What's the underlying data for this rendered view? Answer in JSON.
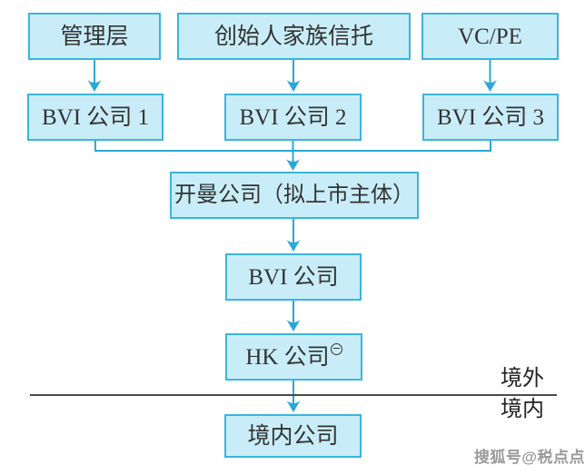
{
  "diagram": {
    "nodes": {
      "management": "管理层",
      "founder_trust": "创始人家族信托",
      "vc_pe": "VC/PE",
      "bvi1": "BVI 公司 1",
      "bvi2": "BVI 公司 2",
      "bvi3": "BVI 公司 3",
      "cayman": "开曼公司（拟上市主体）",
      "bvi_holding": "BVI 公司",
      "hk": "HK 公司",
      "domestic": "境内公司"
    },
    "regions": {
      "offshore": "境外",
      "onshore": "境内"
    },
    "watermark": "搜狐号@税点点",
    "colors": {
      "box_fill": "#c9edf8",
      "box_border": "#3ab5de",
      "connector": "#29a8d8",
      "divider": "#4a4a4a",
      "text": "#333333",
      "watermark_text": "#9a9a9a"
    }
  }
}
